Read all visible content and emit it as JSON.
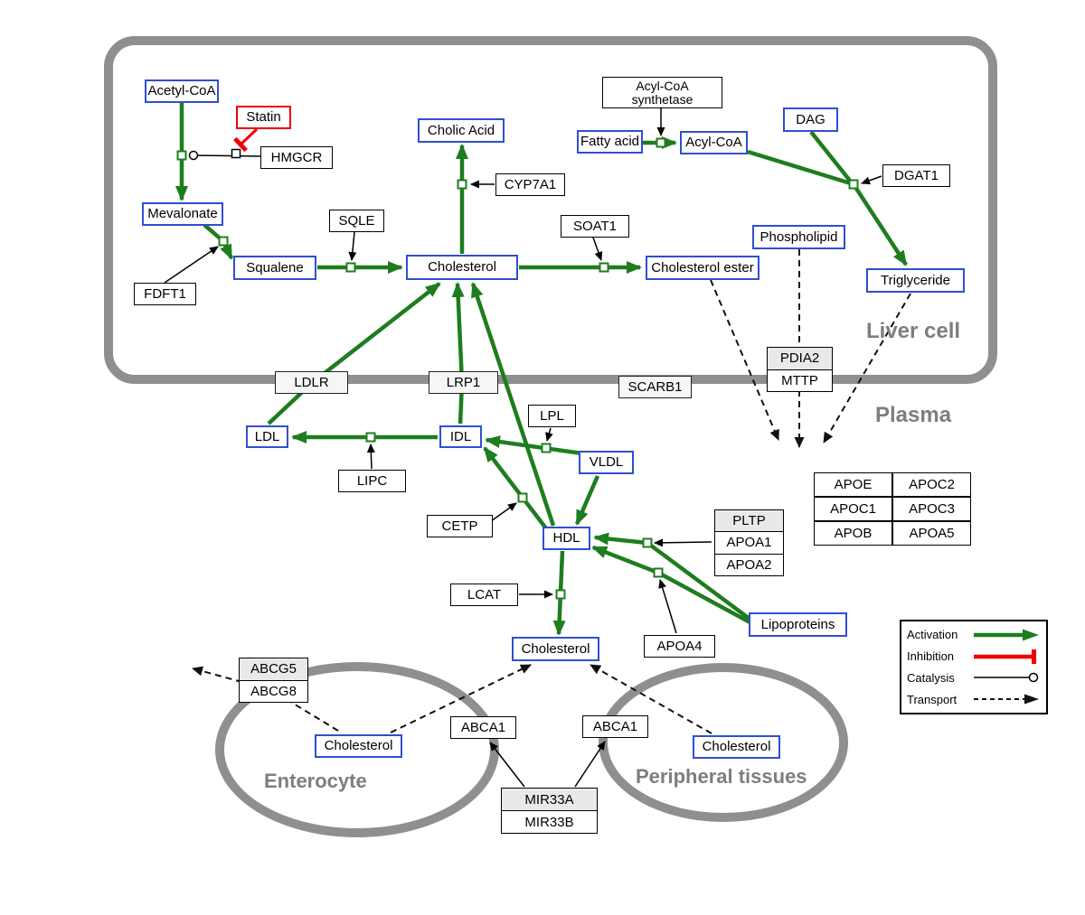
{
  "regions": {
    "liver": "Liver cell",
    "plasma": "Plasma",
    "enterocyte": "Enterocyte",
    "peripheral": "Peripheral tissues"
  },
  "nodes": {
    "acetyl_coa": "Acetyl-CoA",
    "statin": "Statin",
    "hmgcr": "HMGCR",
    "mevalonate": "Mevalonate",
    "fdft1": "FDFT1",
    "squalene": "Squalene",
    "sqle": "SQLE",
    "cholesterol_liver": "Cholesterol",
    "cholic_acid": "Cholic Acid",
    "cyp7a1": "CYP7A1",
    "soat1": "SOAT1",
    "cholesterol_ester": "Cholesterol ester",
    "acyl_coa_synthetase": "Acyl-CoA synthetase",
    "fatty_acid": "Fatty acid",
    "acyl_coa": "Acyl-CoA",
    "dag": "DAG",
    "dgat1": "DGAT1",
    "phospholipid": "Phospholipid",
    "triglyceride": "Triglyceride",
    "pdia2": "PDIA2",
    "mttp": "MTTP",
    "ldlr": "LDLR",
    "lrp1": "LRP1",
    "scarb1": "SCARB1",
    "ldl": "LDL",
    "idl": "IDL",
    "lipc": "LIPC",
    "lpl": "LPL",
    "vldl": "VLDL",
    "cetp": "CETP",
    "hdl": "HDL",
    "lcat": "LCAT",
    "pltp": "PLTP",
    "apoa1": "APOA1",
    "apoa2": "APOA2",
    "apoa4": "APOA4",
    "lipoproteins": "Lipoproteins",
    "cholesterol_plasma": "Cholesterol",
    "apoe": "APOE",
    "apoc2": "APOC2",
    "apoc1": "APOC1",
    "apoc3": "APOC3",
    "apob": "APOB",
    "apoa5": "APOA5",
    "abcg5": "ABCG5",
    "abcg8": "ABCG8",
    "cholesterol_enterocyte": "Cholesterol",
    "abca1_left": "ABCA1",
    "abca1_right": "ABCA1",
    "cholesterol_peripheral": "Cholesterol",
    "mir33a": "MIR33A",
    "mir33b": "MIR33B"
  },
  "legend": {
    "activation": "Activation",
    "inhibition": "Inhibition",
    "catalysis": "Catalysis",
    "transport": "Transport"
  },
  "colors": {
    "activation_green": "#1e7d1e",
    "inhibition_red": "#f00000",
    "metabolite_border_blue": "#2f4fd0",
    "membrane_gray": "#8f8f8f"
  }
}
